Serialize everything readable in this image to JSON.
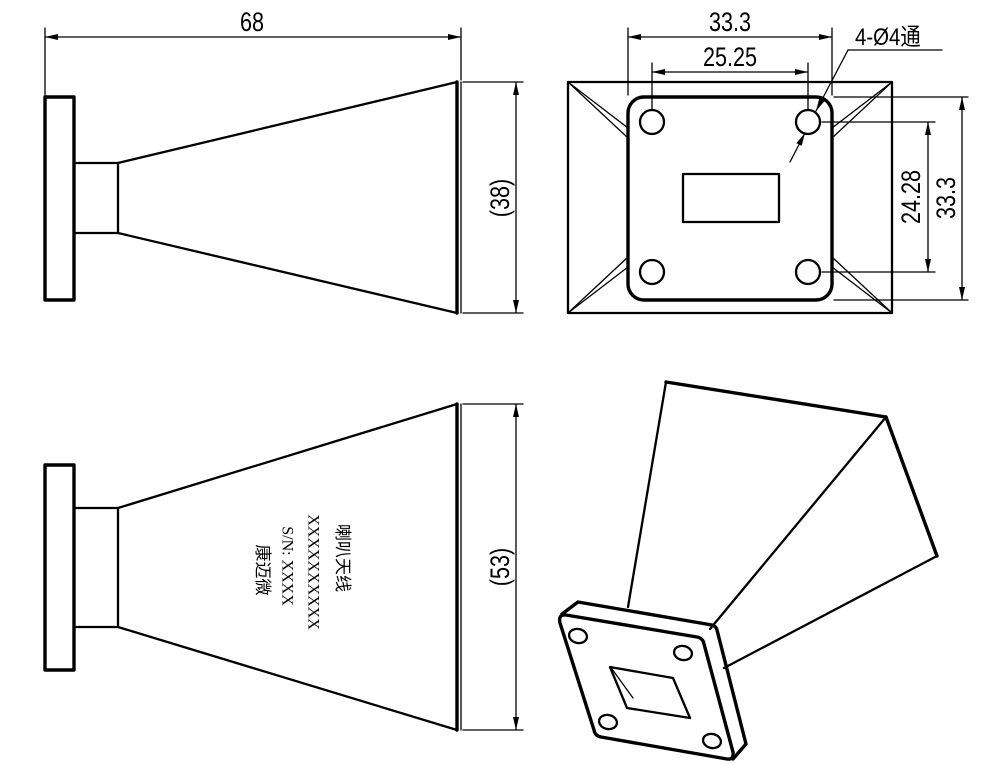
{
  "side_view": {
    "length_dim": "68",
    "aperture_height_dim": "(38)"
  },
  "front_view": {
    "flange_width_dim": "33.3",
    "hole_spacing_dim": "25.25",
    "hole_callout": "4-Ø4通",
    "hole_spacing_vertical_dim": "24.28",
    "flange_height_dim": "33.3"
  },
  "top_view": {
    "aperture_width_dim": "(53)",
    "label": {
      "line1": "喇叭天线",
      "line2": "XXXXXXXXXX",
      "line3": "S/N: XXXX",
      "line4": "康迈微"
    }
  },
  "style": {
    "line_color": "#000000",
    "background": "#ffffff"
  }
}
